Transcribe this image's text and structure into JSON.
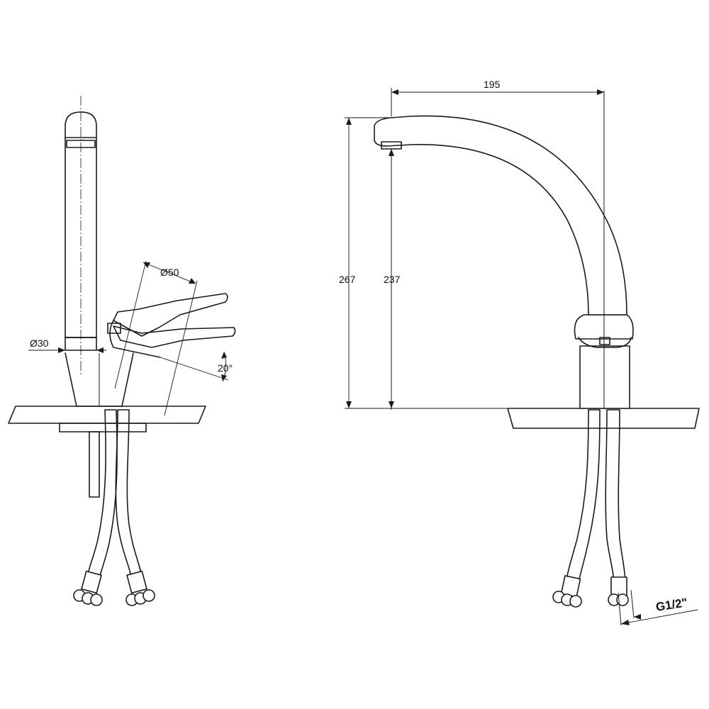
{
  "dimensions": {
    "width_top": "195",
    "height_total": "267",
    "height_spout": "237",
    "dia_body": "Ø30",
    "dia_handle": "Ø50",
    "handle_angle": "20°",
    "thread": "G1/2\""
  },
  "colors": {
    "line": "#1a1a1a",
    "background": "#ffffff"
  }
}
